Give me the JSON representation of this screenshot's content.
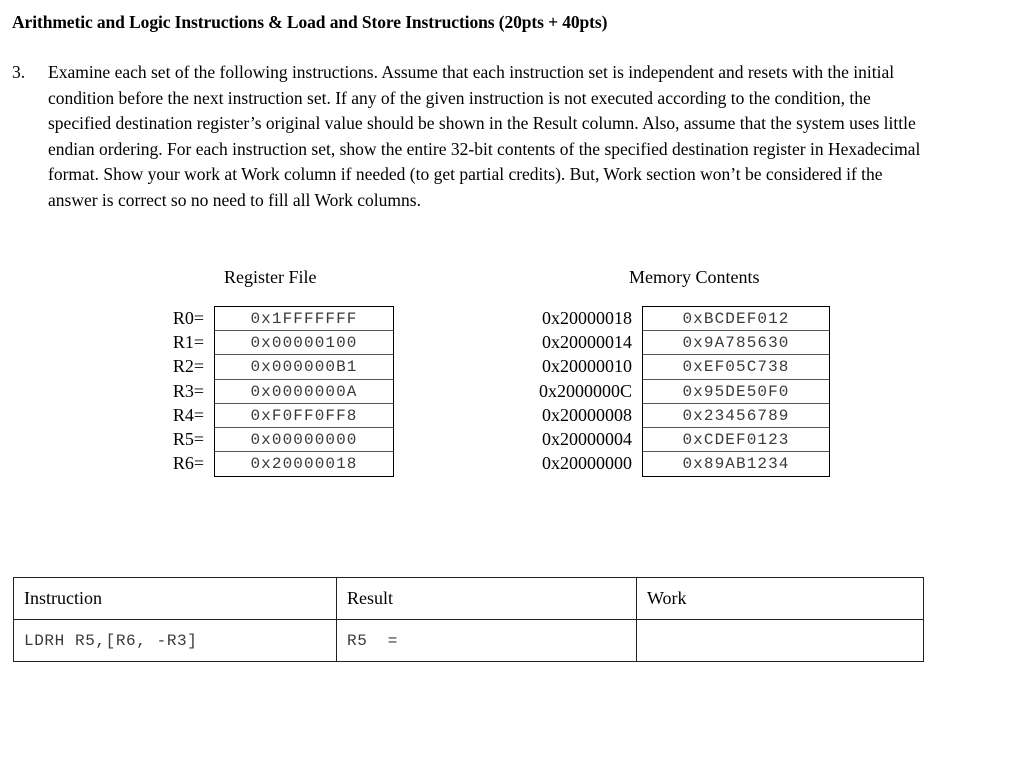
{
  "title": "Arithmetic and Logic Instructions & Load and Store Instructions (20pts + 40pts)",
  "question": {
    "number": "3.",
    "text": "Examine each set of the following instructions. Assume that each instruction set is independent and resets with the initial condition before the next instruction set. If any of the given instruction is not executed according to the condition, the specified destination register’s original value should be shown in the Result column. Also, assume that the system uses little endian ordering. For each instruction set, show the entire 32-bit contents of the specified destination register in Hexadecimal format. Show your work at Work column if needed (to get partial credits). But, Work section won’t be considered if the answer is correct so no need to fill all Work columns."
  },
  "register_file": {
    "heading": "Register File",
    "rows": [
      {
        "label": "R0=",
        "value": "0x1FFFFFFF"
      },
      {
        "label": "R1=",
        "value": "0x00000100"
      },
      {
        "label": "R2=",
        "value": "0x000000B1"
      },
      {
        "label": "R3=",
        "value": "0x0000000A"
      },
      {
        "label": "R4=",
        "value": "0xF0FF0FF8"
      },
      {
        "label": "R5=",
        "value": "0x00000000"
      },
      {
        "label": "R6=",
        "value": "0x20000018"
      }
    ]
  },
  "memory_contents": {
    "heading": "Memory Contents",
    "rows": [
      {
        "label": "0x20000018",
        "value": "0xBCDEF012"
      },
      {
        "label": "0x20000014",
        "value": "0x9A785630"
      },
      {
        "label": "0x20000010",
        "value": "0xEF05C738"
      },
      {
        "label": "0x2000000C",
        "value": "0x95DE50F0"
      },
      {
        "label": "0x20000008",
        "value": "0x23456789"
      },
      {
        "label": "0x20000004",
        "value": "0xCDEF0123"
      },
      {
        "label": "0x20000000",
        "value": "0x89AB1234"
      }
    ]
  },
  "instruction_table": {
    "headers": [
      "Instruction",
      "Result",
      "Work"
    ],
    "rows": [
      {
        "instruction": "LDRH R5,[R6, -R3]",
        "result": "R5  =",
        "work": ""
      }
    ]
  }
}
